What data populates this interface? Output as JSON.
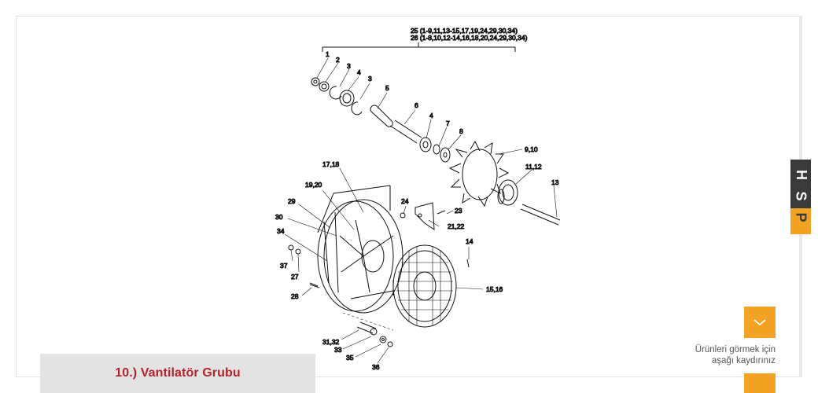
{
  "diagram": {
    "labels": {
      "header1": "25 (1-9,11,13-15,17,19,24,29,30,34)",
      "header2": "26 (1-8,10,12-14,16,18,20,24,29,30,34)",
      "p1": "1",
      "p2": "2",
      "p3a": "3",
      "p4a": "4",
      "p3b": "3",
      "p5": "5",
      "p6": "6",
      "p4b": "4",
      "p7": "7",
      "p8": "8",
      "p9_10": "9,10",
      "p11_12": "11,12",
      "p13": "13",
      "p17_18": "17,18",
      "p19_20": "19,20",
      "p29": "29",
      "p30": "30",
      "p34": "34",
      "p24": "24",
      "p23": "23",
      "p21_22": "21,22",
      "p14": "14",
      "p37": "37",
      "p27": "27",
      "p28": "28",
      "p15_16": "15,16",
      "p31_32": "31,32",
      "p33": "33",
      "p35": "35",
      "p36": "36"
    }
  },
  "caption": {
    "title": "10.) Vantilatör Grubu"
  },
  "logo": {
    "letters": [
      "H",
      "S",
      "P"
    ]
  },
  "scroll": {
    "line1": "Ürünleri görmek için",
    "line2": "aşağı kaydırınız"
  },
  "colors": {
    "accent": "#f2a324",
    "caption_text": "#b4232a",
    "logo_dark": "#3a3a3a"
  },
  "icons": {
    "scroll_button": "chevron-down-icon"
  }
}
